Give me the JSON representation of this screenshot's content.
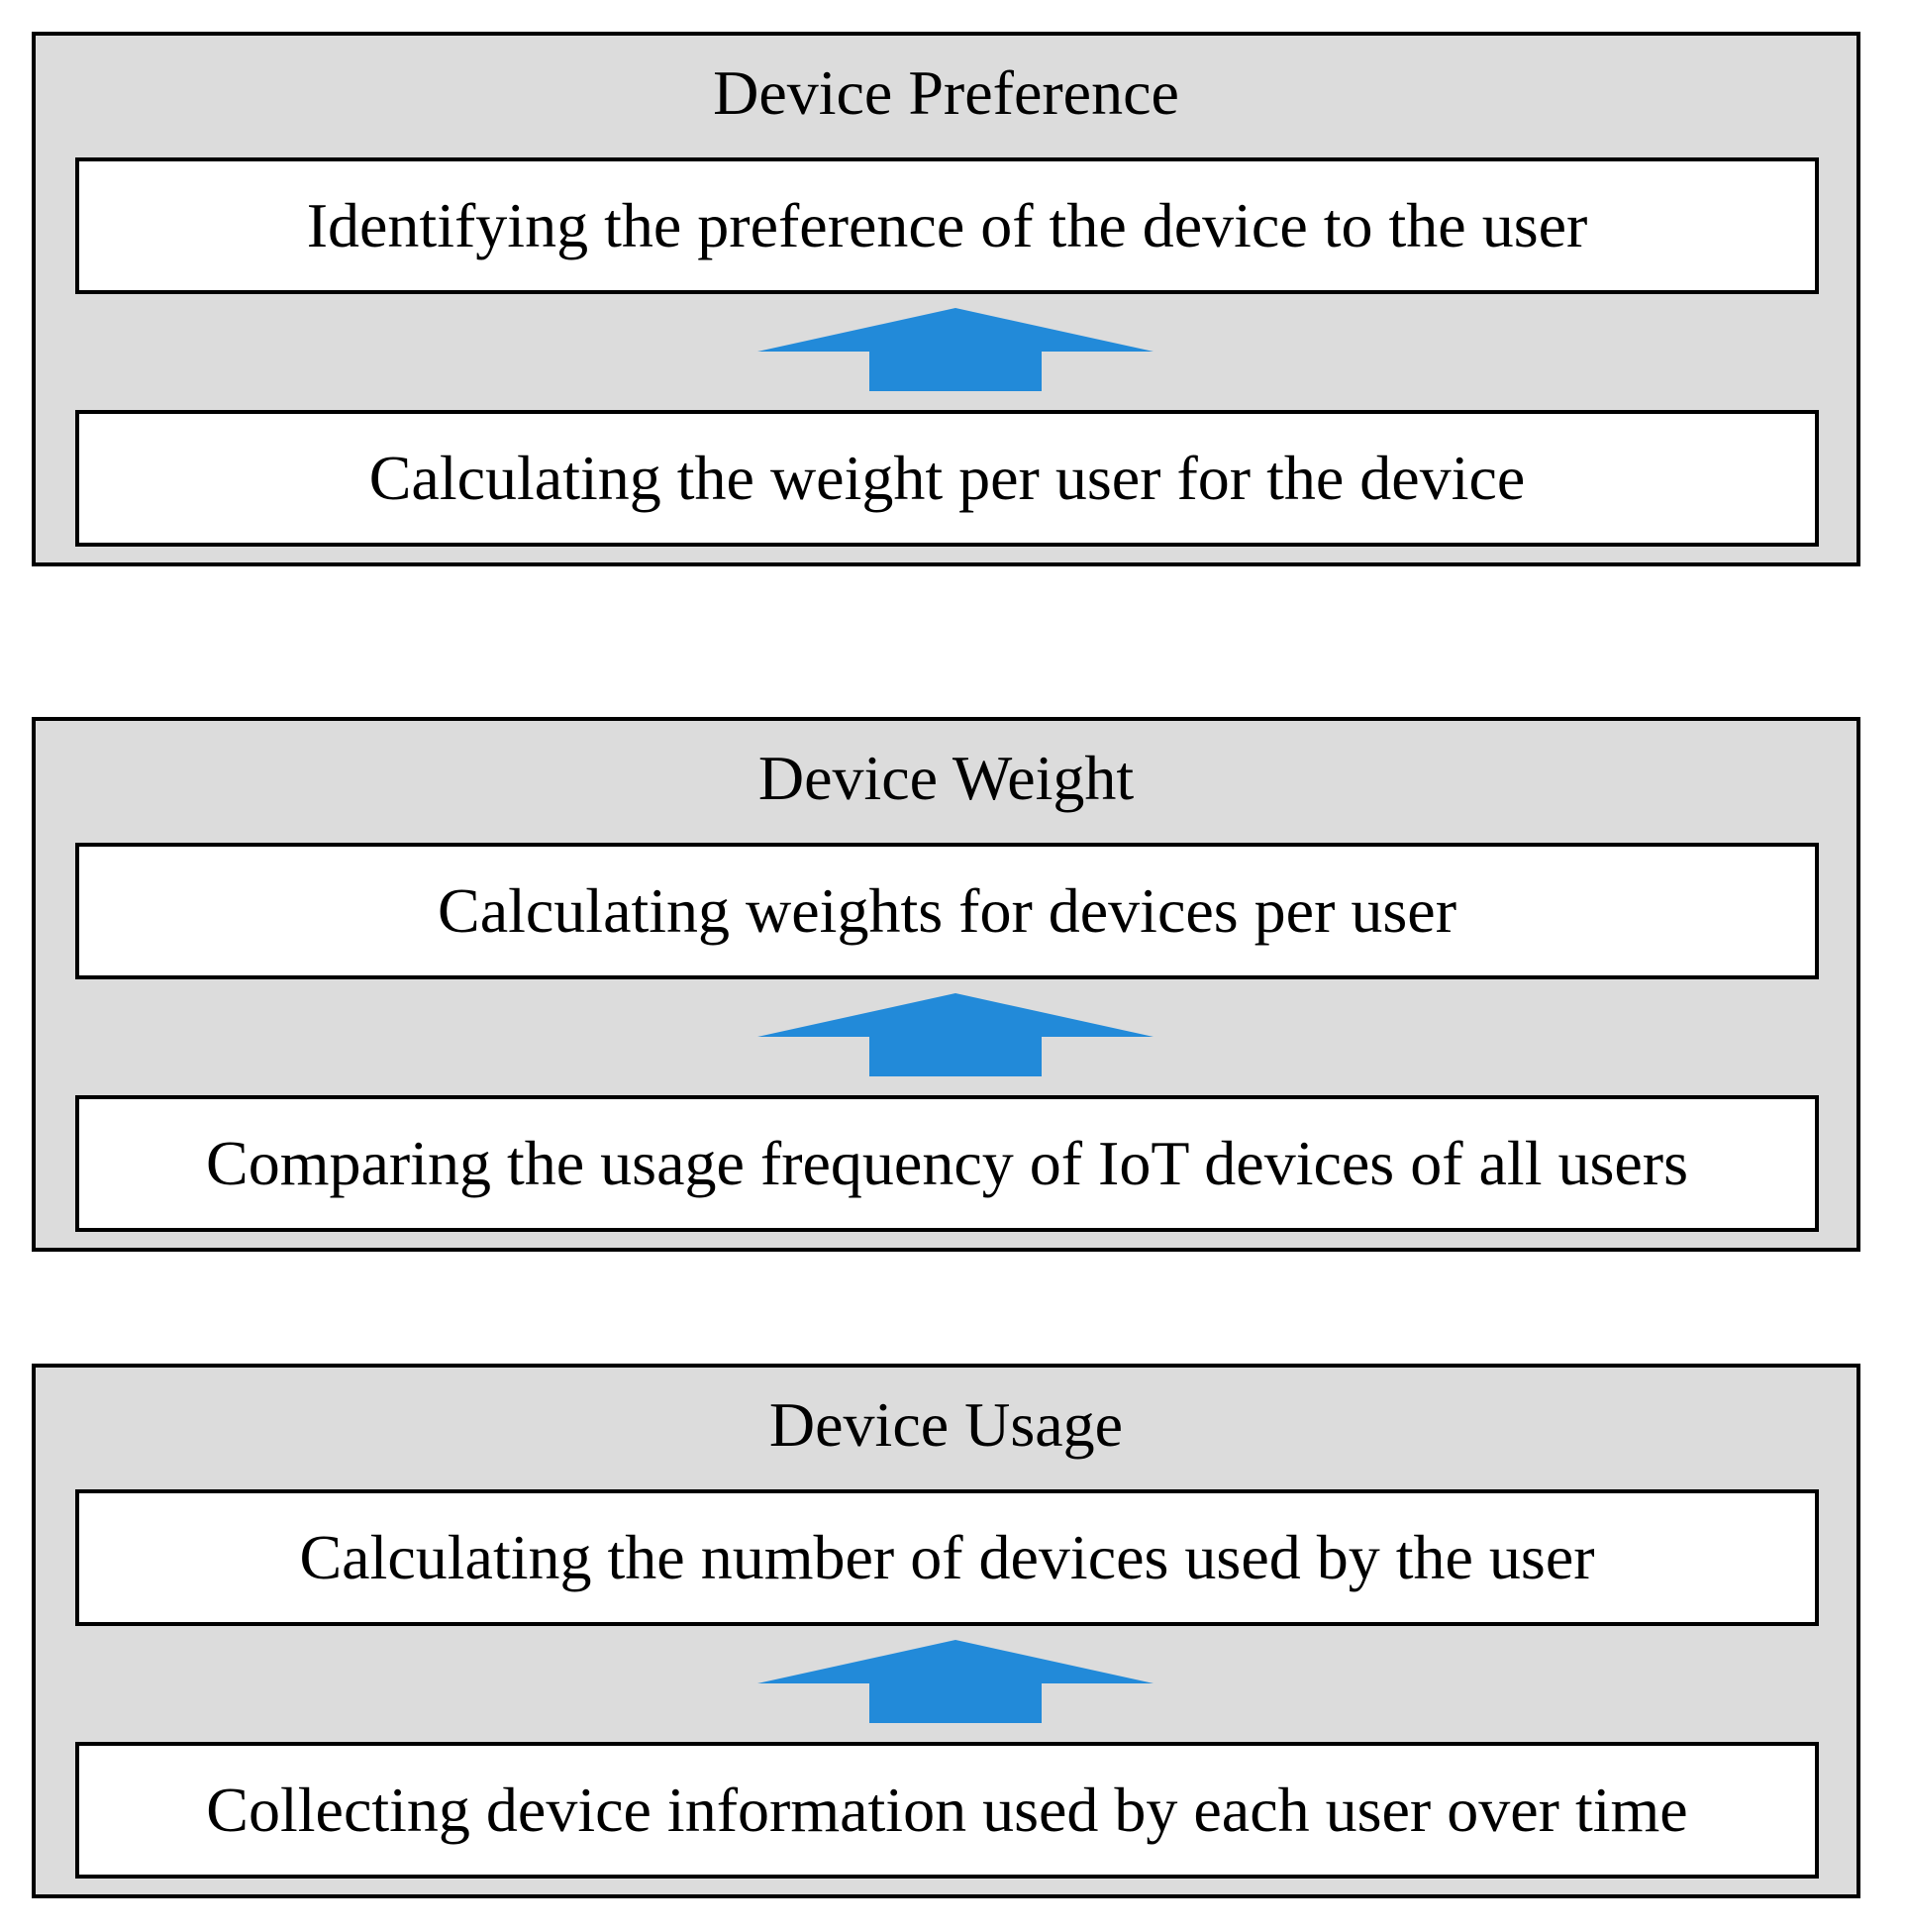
{
  "colors": {
    "panel_background": "#dcdcdc",
    "step_background": "#ffffff",
    "border": "#000000",
    "arrow": "#228ad9"
  },
  "layers": [
    {
      "title": "Device Preference",
      "steps": [
        "Identifying the preference of the device to the user",
        "Calculating the weight per user for the device"
      ]
    },
    {
      "title": "Device Weight",
      "steps": [
        "Calculating weights for devices per user",
        "Comparing the usage frequency of IoT devices of all users"
      ]
    },
    {
      "title": "Device Usage",
      "steps": [
        "Calculating the number of devices used by the user",
        "Collecting device information used by each user over time"
      ]
    }
  ]
}
